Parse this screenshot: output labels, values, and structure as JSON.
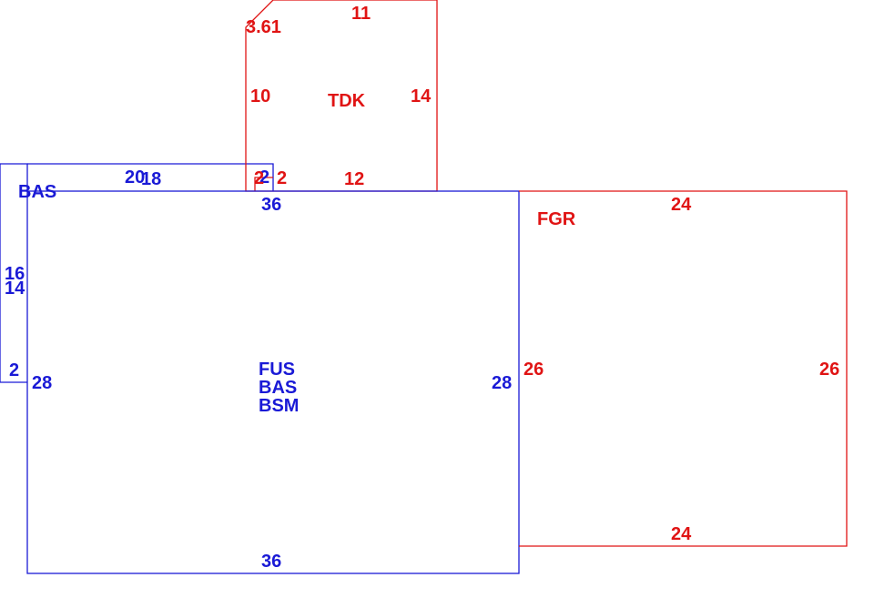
{
  "colors": {
    "main": "#1a1ad6",
    "secondary": "#e01414"
  },
  "main_structure": {
    "area_codes": [
      "FUS",
      "BAS",
      "BSM"
    ],
    "top_dim": "36",
    "bottom_dim": "36",
    "left_dim": "28",
    "right_dim": "28"
  },
  "bay_addition": {
    "code": "BAS",
    "top_dim_a": "20",
    "top_dim_b": "18",
    "left_dim_a": "16",
    "left_dim_b": "14",
    "bottom_dim": "2",
    "right_dim": "2"
  },
  "deck": {
    "code": "TDK",
    "top_dim": "11",
    "corner_dim": "3.61",
    "left_dim": "10",
    "right_dim": "14",
    "bottom_dim": "12",
    "offset_dim": "2",
    "offset_dim_b": "2"
  },
  "garage": {
    "code": "FGR",
    "top_dim": "24",
    "bottom_dim": "24",
    "left_dim": "26",
    "right_dim": "26"
  }
}
